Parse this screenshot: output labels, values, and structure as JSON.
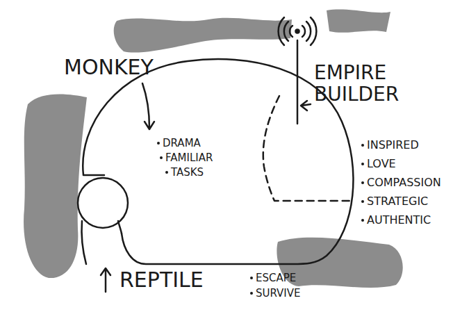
{
  "diagram": {
    "nodes": [
      {
        "text": [
          "DRAMA",
          "FAMILIAR",
          "TASKS"
        ]
      }
    ],
    "labels": [
      "MONKEY",
      "EMPIRE BUILDER",
      "INSPIRED",
      "LOVE",
      "COMPASSION",
      "STRATEGIC",
      "AUTHENTIC",
      "REPTILE",
      "ESCAPE",
      "SURVIVE"
    ]
  }
}
